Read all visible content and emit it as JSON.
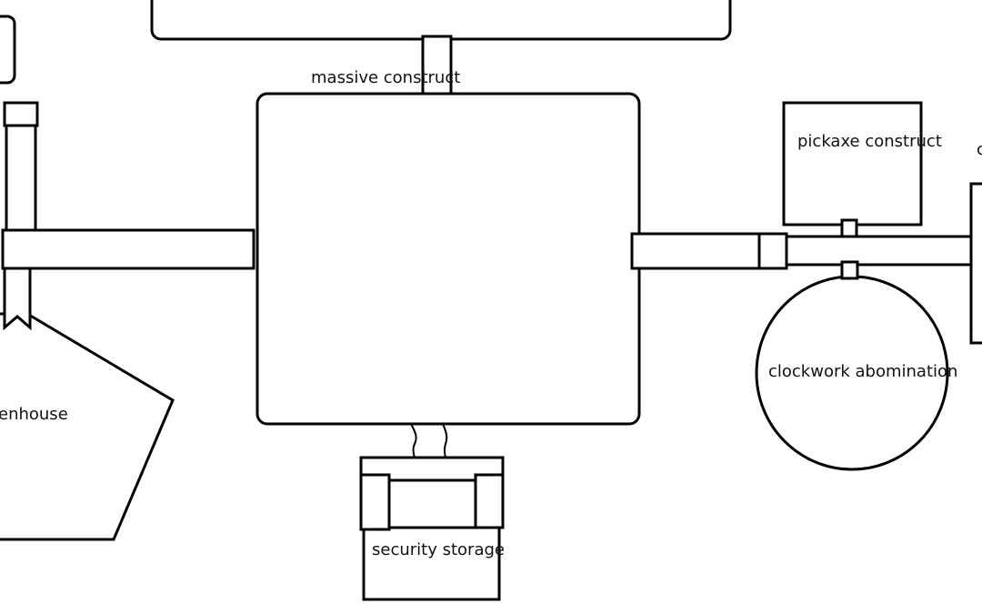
{
  "diagram": {
    "labels": {
      "massive_construct": "massive construct",
      "pickaxe_construct": "pickaxe construct",
      "clockwork_abomination": "clockwork abomination",
      "security_storage": "security storage",
      "greenhouse_partial": "enhouse",
      "offscreen_partial": "c"
    }
  },
  "colors": {
    "stroke": "#000000",
    "background": "#ffffff",
    "text": "#111111"
  }
}
